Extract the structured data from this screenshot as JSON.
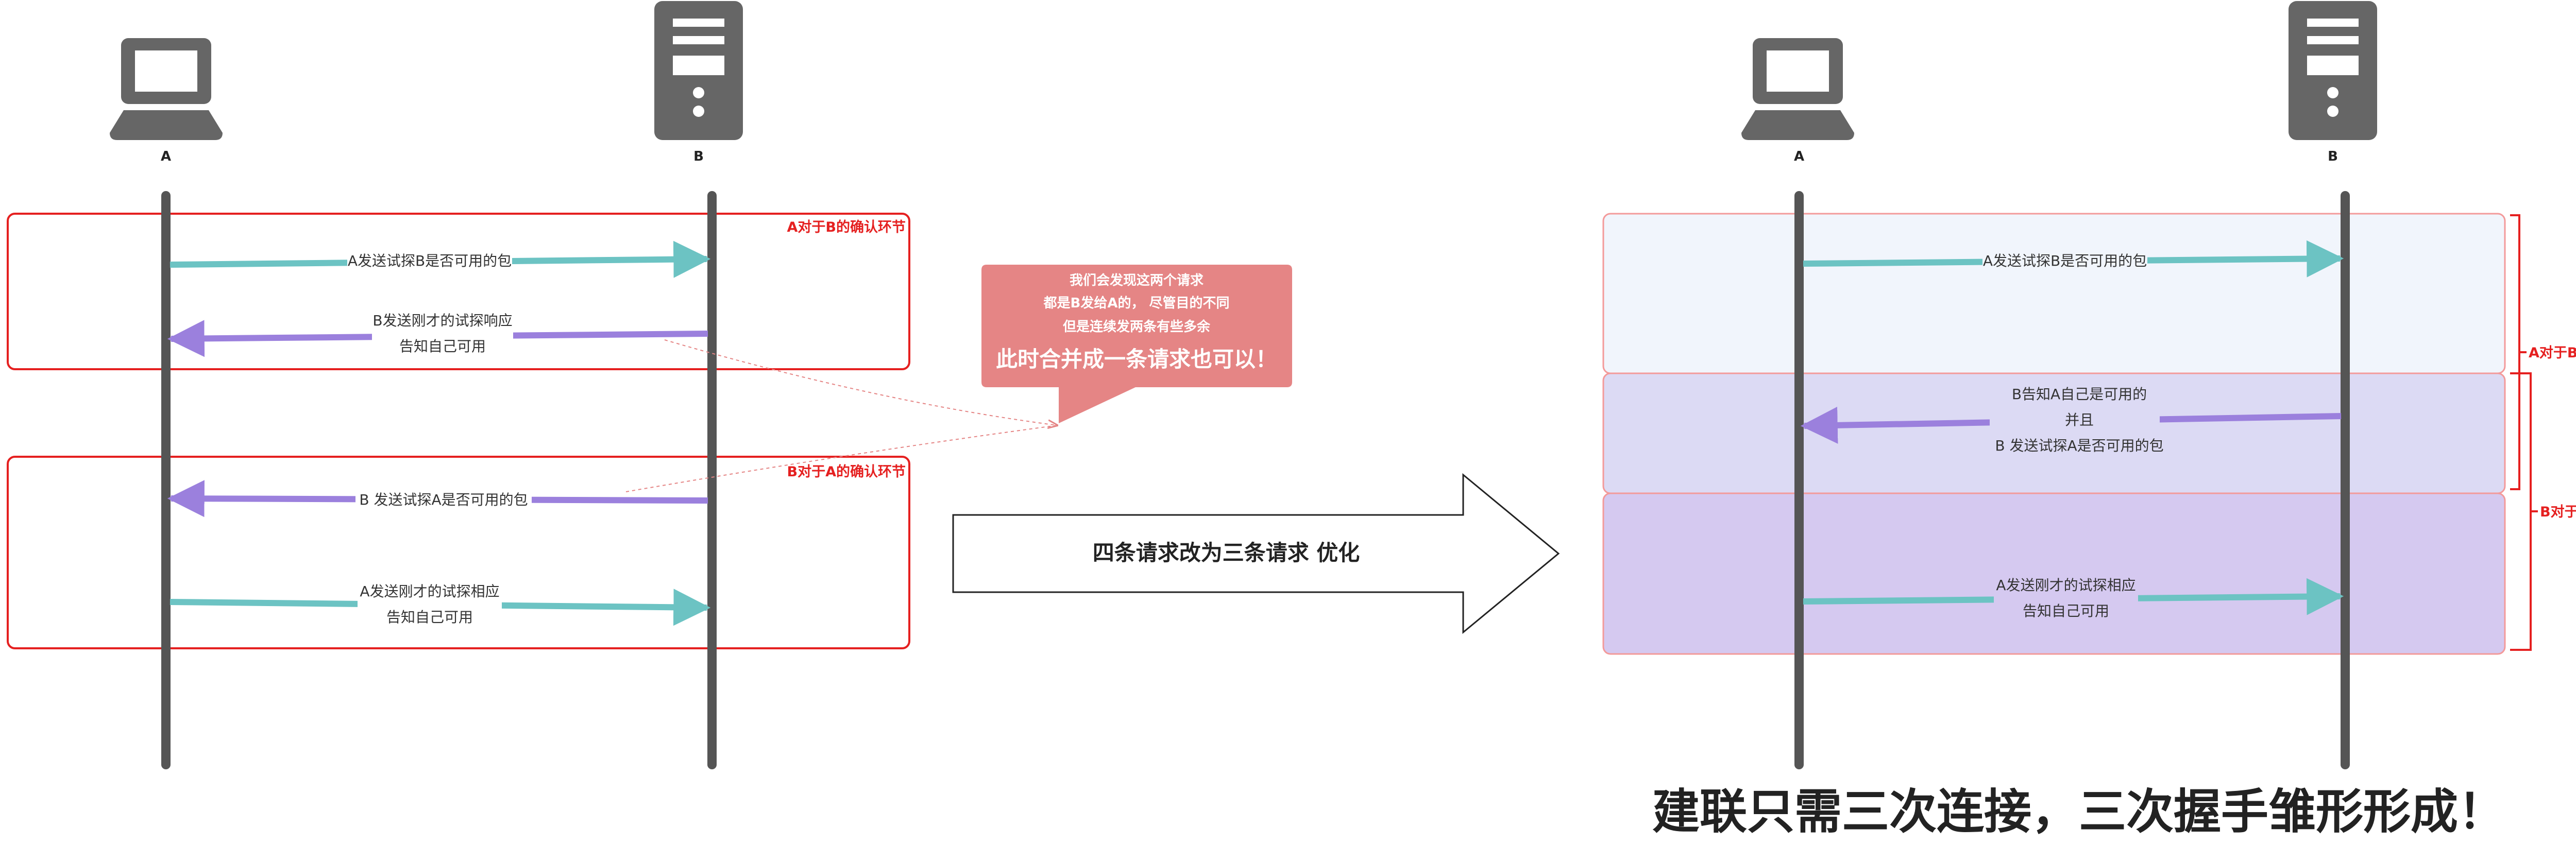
{
  "left_diagram": {
    "nodes": {
      "a_label": "A",
      "b_label": "B"
    },
    "phase1_label": "A对于B的确认环节",
    "phase2_label": "B对于A的确认环节",
    "messages": [
      {
        "lines": [
          "A发送试探B是否可用的包"
        ]
      },
      {
        "lines": [
          "B发送刚才的试探响应",
          "告知自己可用"
        ]
      },
      {
        "lines": [
          "B 发送试探A是否可用的包"
        ]
      },
      {
        "lines": [
          "A发送刚才的试探相应",
          "告知自己可用"
        ]
      }
    ]
  },
  "callout": {
    "lines": [
      "我们会发现这两个请求",
      "都是B发给A的，  尽管目的不同",
      "但是连续发两条有些多余"
    ],
    "emphasis": "此时合并成一条请求也可以！",
    "color": "#e58585"
  },
  "transform_arrow": {
    "label": "四条请求改为三条请求  优化"
  },
  "right_diagram": {
    "nodes": {
      "a_label": "A",
      "b_label": "B"
    },
    "bracket1_label": "A对于B的确认环节",
    "bracket2_label": "B对于A的确认环节",
    "messages": [
      {
        "lines": [
          "A发送试探B是否可用的包"
        ]
      },
      {
        "lines": [
          "B告知A自己是可用的",
          "并且",
          "B 发送试探A是否可用的包"
        ]
      },
      {
        "lines": [
          "A发送刚才的试探相应",
          "告知自己可用"
        ]
      }
    ]
  },
  "conclusion": "建联只需三次连接，三次握手雏形形成！",
  "colors": {
    "teal_arrow": "#6cc3c3",
    "purple_arrow": "#9b80dd",
    "phase_border": "#e52020",
    "lifeline": "#555555",
    "icon": "#666666",
    "band_top": "#f1f5fc",
    "band_mid": "#dcdaf4",
    "band_bottom": "#d5c9f0"
  },
  "icons": [
    "laptop-icon",
    "server-icon"
  ]
}
